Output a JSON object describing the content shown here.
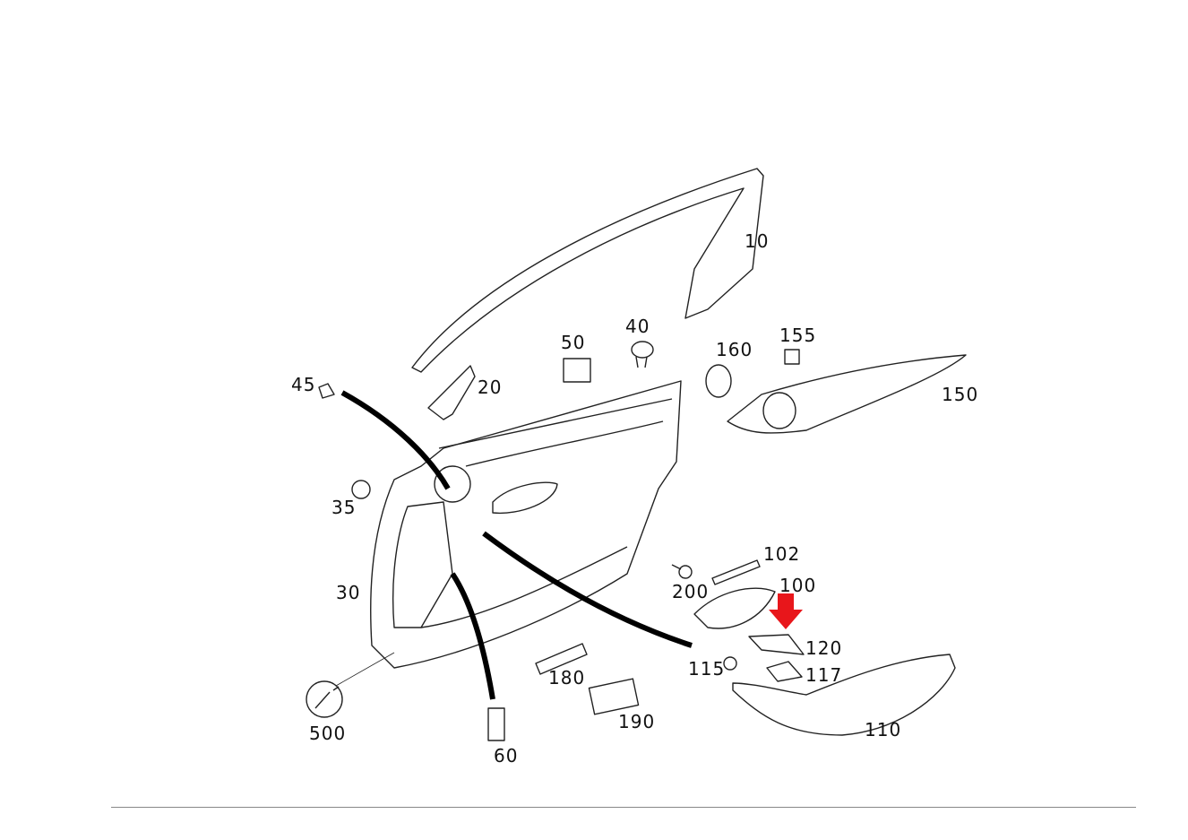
{
  "diagram": {
    "parts": [
      {
        "id": "10",
        "label": "10"
      },
      {
        "id": "20",
        "label": "20"
      },
      {
        "id": "30",
        "label": "30"
      },
      {
        "id": "35",
        "label": "35"
      },
      {
        "id": "40",
        "label": "40"
      },
      {
        "id": "45",
        "label": "45"
      },
      {
        "id": "50",
        "label": "50"
      },
      {
        "id": "60",
        "label": "60"
      },
      {
        "id": "100",
        "label": "100"
      },
      {
        "id": "102",
        "label": "102"
      },
      {
        "id": "110",
        "label": "110"
      },
      {
        "id": "115",
        "label": "115"
      },
      {
        "id": "117",
        "label": "117"
      },
      {
        "id": "120",
        "label": "120"
      },
      {
        "id": "150",
        "label": "150"
      },
      {
        "id": "155",
        "label": "155"
      },
      {
        "id": "160",
        "label": "160"
      },
      {
        "id": "180",
        "label": "180"
      },
      {
        "id": "190",
        "label": "190"
      },
      {
        "id": "200",
        "label": "200"
      },
      {
        "id": "500",
        "label": "500"
      }
    ],
    "highlight_color": "#e8161b",
    "highlighted_part": "120"
  }
}
